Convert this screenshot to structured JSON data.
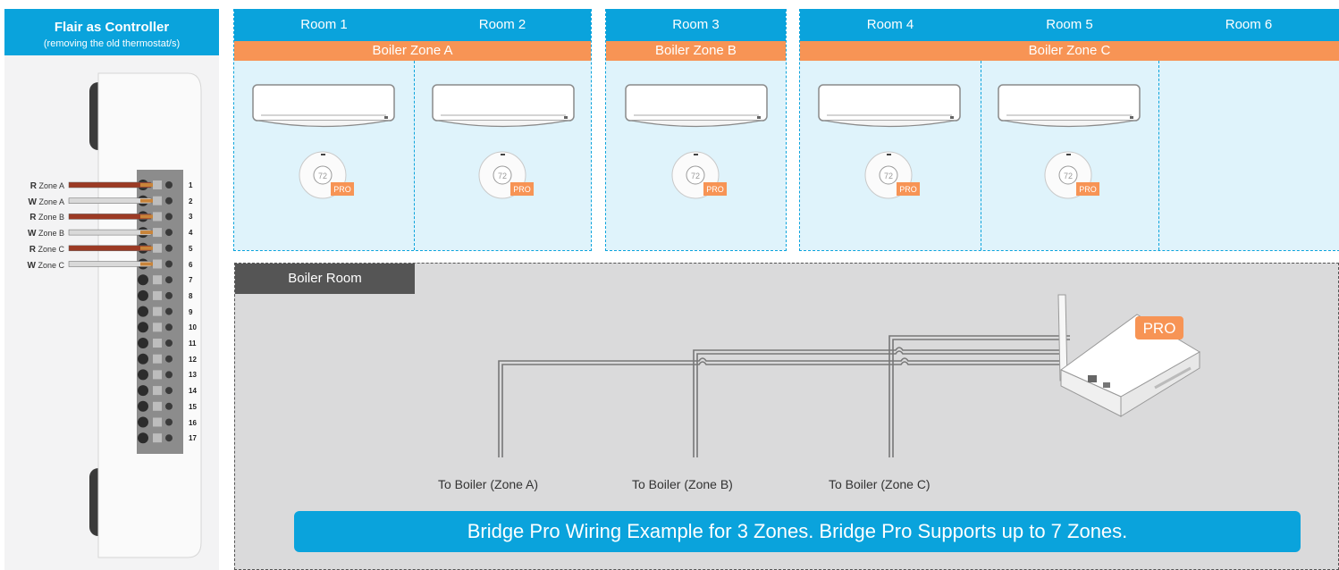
{
  "controller": {
    "title": "Flair as Controller",
    "subtitle": "(removing the old thermostat/s)",
    "wires": [
      {
        "letter": "R",
        "zone": "Zone A"
      },
      {
        "letter": "W",
        "zone": "Zone A"
      },
      {
        "letter": "R",
        "zone": "Zone B"
      },
      {
        "letter": "W",
        "zone": "Zone B"
      },
      {
        "letter": "R",
        "zone": "Zone C"
      },
      {
        "letter": "W",
        "zone": "Zone C"
      }
    ],
    "terminals": [
      "1",
      "2",
      "3",
      "4",
      "5",
      "6",
      "7",
      "8",
      "9",
      "10",
      "11",
      "12",
      "13",
      "14",
      "15",
      "16",
      "17"
    ]
  },
  "rooms": [
    "Room 1",
    "Room 2",
    "Room 3",
    "Room 4",
    "Room 5",
    "Room 6"
  ],
  "zones": [
    "Boiler Zone A",
    "Boiler Zone B",
    "Boiler Zone C"
  ],
  "thermostat": {
    "temp": "72",
    "badge": "PRO"
  },
  "boiler_room": {
    "label": "Boiler Room",
    "bridge_badge": "PRO",
    "outputs": [
      "To Boiler (Zone A)",
      "To Boiler (Zone B)",
      "To Boiler (Zone C)"
    ]
  },
  "banner": "Bridge Pro Wiring Example for 3 Zones. Bridge Pro Supports up to 7 Zones.",
  "colors": {
    "accent_blue": "#0aa3dc",
    "zone_orange": "#f79455",
    "room_fill": "#dff3fb",
    "boiler_gray": "#dadadb",
    "wire_red": "#9c3a24",
    "wire_white": "#d9d9d9"
  }
}
